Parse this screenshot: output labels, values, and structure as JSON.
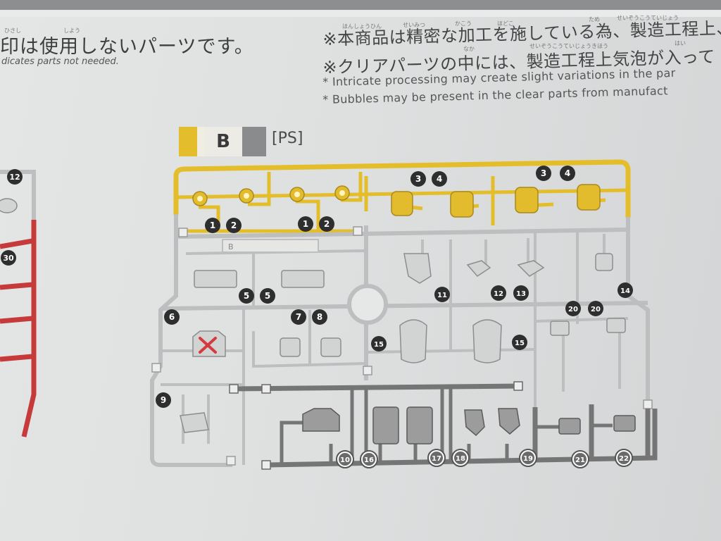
{
  "header": {
    "unused_parts_jp": "印は使用しないパーツです。",
    "unused_parts_en": "dicates parts not needed.",
    "ruby_left": [
      "ひさし",
      "しよう"
    ],
    "note1_jp": "※本商品は精密な加工を施している為、製造工程上、",
    "note1_ruby": [
      "ほんしょうひん",
      "せいみつ",
      "かこう",
      "ほどこ",
      "ため",
      "せいぞうこうていじょう"
    ],
    "note2_jp": "※クリアパーツの中には、製造工程上気泡が入って",
    "note2_ruby": [
      "なか",
      "せいぞうこうていじょうきほう",
      "はい"
    ],
    "note1_en": "* Intricate processing may create slight variations in the par",
    "note2_en": "* Bubbles may be present in the clear parts from manufact"
  },
  "runner": {
    "letter": "B",
    "material": "[PS]",
    "inner_tag": "B",
    "colors": {
      "yellow": "#e6bf2b",
      "light": "#b9bbbc",
      "dark": "#767676",
      "red": "#c8363a"
    }
  },
  "badges": {
    "left_partial": [
      "12",
      "30"
    ],
    "yellow_row": [
      "3",
      "4",
      "3",
      "4"
    ],
    "yellow_lower": [
      "1",
      "2",
      "1",
      "2"
    ],
    "middle": [
      "5",
      "5",
      "11",
      "12",
      "13",
      "14",
      "6",
      "7",
      "8",
      "20",
      "20",
      "15",
      "15",
      "9"
    ],
    "bottom": [
      "10",
      "16",
      "17",
      "18",
      "19",
      "21",
      "22"
    ]
  }
}
